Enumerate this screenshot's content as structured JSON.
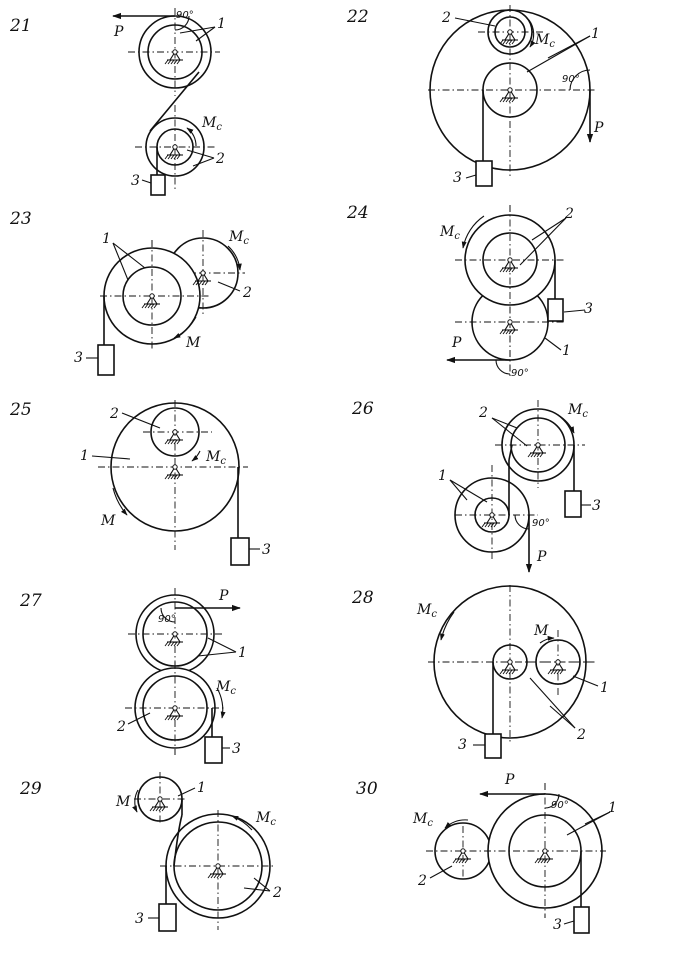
{
  "figures": [
    {
      "id": "f21",
      "number": "21",
      "labels": {
        "l1": "1",
        "l2": "2",
        "l3": "3",
        "p": "P",
        "mc": "M",
        "mc_sub": "c",
        "angle": "90°"
      }
    },
    {
      "id": "f22",
      "number": "22",
      "labels": {
        "l1": "1",
        "l2": "2",
        "l3": "3",
        "p": "P",
        "mc": "M",
        "mc_sub": "c",
        "angle": "90°"
      }
    },
    {
      "id": "f23",
      "number": "23",
      "labels": {
        "l1": "1",
        "l2": "2",
        "l3": "3",
        "m": "M",
        "mc": "M",
        "mc_sub": "c"
      }
    },
    {
      "id": "f24",
      "number": "24",
      "labels": {
        "l1": "1",
        "l2": "2",
        "l3": "3",
        "p": "P",
        "mc": "M",
        "mc_sub": "c",
        "angle": "90°"
      }
    },
    {
      "id": "f25",
      "number": "25",
      "labels": {
        "l1": "1",
        "l2": "2",
        "l3": "3",
        "m": "M",
        "mc": "M",
        "mc_sub": "c"
      }
    },
    {
      "id": "f26",
      "number": "26",
      "labels": {
        "l1": "1",
        "l2": "2",
        "l3": "3",
        "p": "P",
        "mc": "M",
        "mc_sub": "c",
        "angle": "90°"
      }
    },
    {
      "id": "f27",
      "number": "27",
      "labels": {
        "l1": "1",
        "l2": "2",
        "l3": "3",
        "p": "P",
        "mc": "M",
        "mc_sub": "c",
        "angle": "90°"
      }
    },
    {
      "id": "f28",
      "number": "28",
      "labels": {
        "l1": "1",
        "l2": "2",
        "l3": "3",
        "m": "M",
        "mc": "M",
        "mc_sub": "c"
      }
    },
    {
      "id": "f29",
      "number": "29",
      "labels": {
        "l1": "1",
        "l2": "2",
        "l3": "3",
        "m": "M",
        "mc": "M",
        "mc_sub": "c"
      }
    },
    {
      "id": "f30",
      "number": "30",
      "labels": {
        "l1": "1",
        "l2": "2",
        "l3": "3",
        "p": "P",
        "mc": "M",
        "mc_sub": "c",
        "angle": "90°"
      }
    }
  ]
}
